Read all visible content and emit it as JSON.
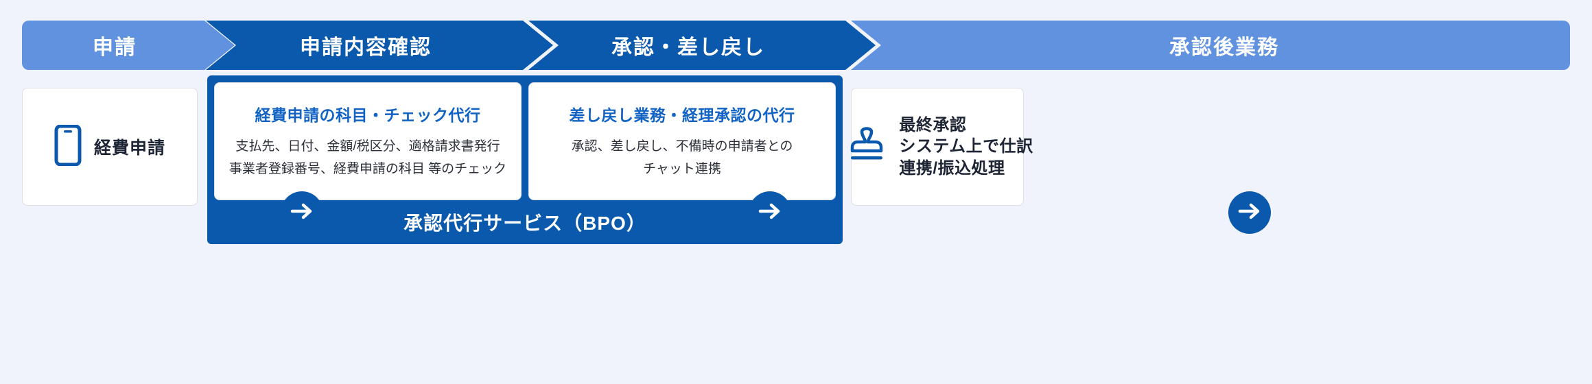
{
  "theme": {
    "background": "#f0f3fc",
    "step_light": "#6192e0",
    "step_dark": "#0b59ac",
    "card_title": "#1263c4",
    "card_body": "#2b2f38",
    "card_border": "#dcdfe6",
    "icon_blue": "#0b59ac"
  },
  "steps": [
    {
      "label": "申請",
      "tone": "light"
    },
    {
      "label": "申請内容確認",
      "tone": "dark"
    },
    {
      "label": "承認・差し戻し",
      "tone": "dark"
    },
    {
      "label": "承認後業務",
      "tone": "light"
    }
  ],
  "left_card": {
    "icon": "smartphone-icon",
    "label": "経費申請"
  },
  "bpo": {
    "banner_label": "承認代行サービス（BPO）",
    "cards": [
      {
        "title": "経費申請の科目・チェック代行",
        "lines": [
          "支払先、日付、金額/税区分、適格請求書発行",
          "事業者登録番号、経費申請の科目 等のチェック"
        ]
      },
      {
        "title": "差し戻し業務・経理承認の代行",
        "lines": [
          "承認、差し戻し、不備時の申請者との",
          "チャット連携"
        ]
      }
    ]
  },
  "right_card": {
    "icon": "stamp-icon",
    "lines": [
      "最終承認",
      "システム上で仕訳",
      "連携/振込処理"
    ]
  },
  "arrows": [
    {
      "name": "arrow-step-1-to-2",
      "glyph": "arrow-right-icon"
    },
    {
      "name": "arrow-step-2-to-3",
      "glyph": "arrow-right-icon"
    },
    {
      "name": "arrow-step-3-to-4",
      "glyph": "arrow-right-icon"
    }
  ]
}
